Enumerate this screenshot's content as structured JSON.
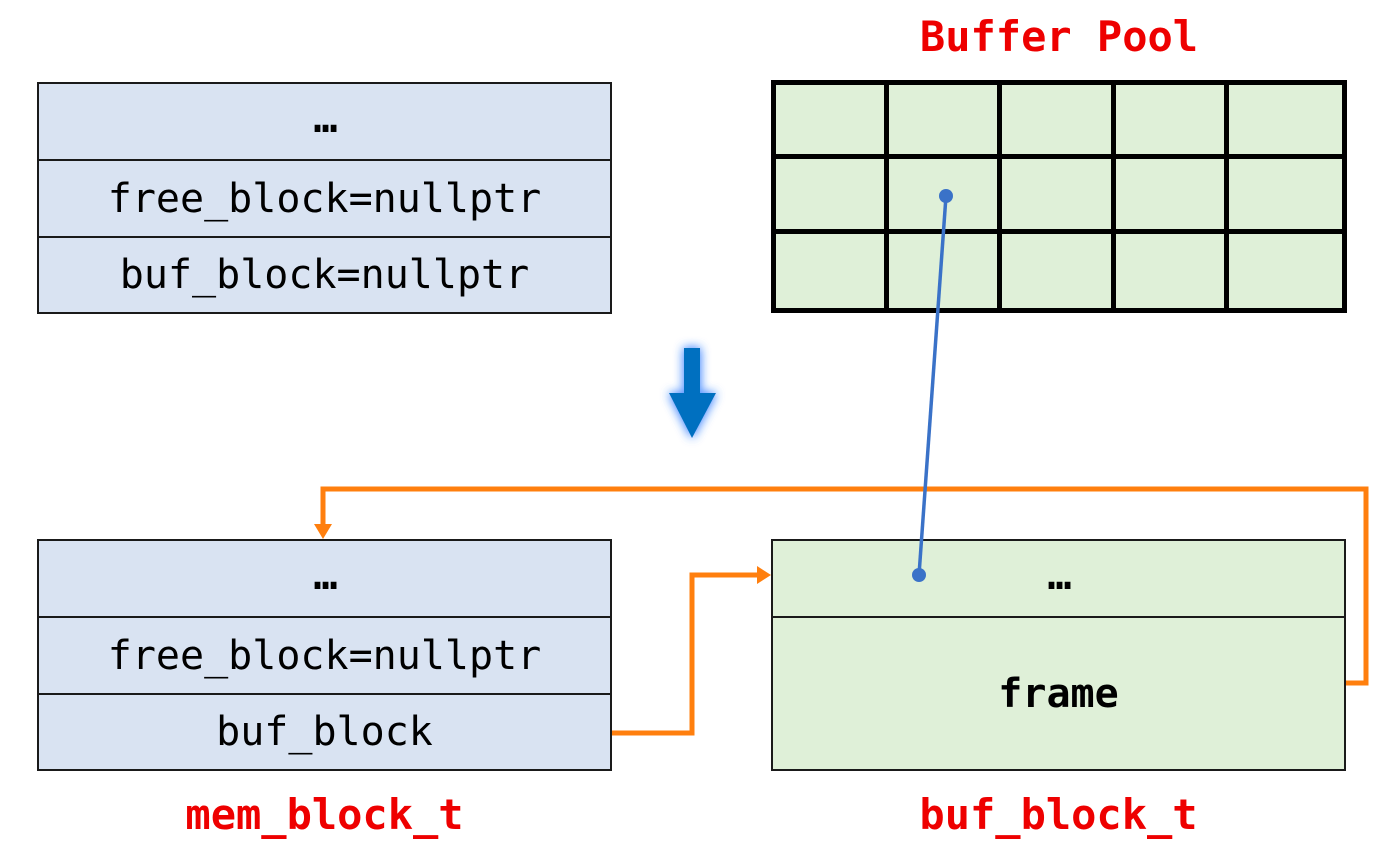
{
  "diagram": {
    "colors": {
      "label_red": "#ee0000",
      "struct_blue": "#d9e3f2",
      "struct_green": "#dff0d8",
      "pointer_orange": "#ff7f0e",
      "pointer_blue": "#3a72c8",
      "transition_arrow": "#0070c0"
    },
    "before_struct": {
      "fields": [
        "…",
        "free_block=nullptr",
        "buf_block=nullptr"
      ]
    },
    "buffer_pool": {
      "title": "Buffer Pool",
      "rows": 3,
      "cols": 5,
      "highlighted_cell": {
        "row": 2,
        "col": 2
      }
    },
    "transition_arrow": {
      "icon": "down-arrow-icon",
      "meaning": "state transition"
    },
    "mem_block": {
      "title": "mem_block_t",
      "fields": [
        "…",
        "free_block=nullptr",
        "buf_block"
      ]
    },
    "buf_block": {
      "title": "buf_block_t",
      "fields": [
        "…",
        "frame"
      ]
    },
    "edges": [
      {
        "from": "mem_block.buf_block",
        "to": "buf_block",
        "color": "orange"
      },
      {
        "from": "buf_block.frame",
        "to": "mem_block",
        "color": "orange"
      },
      {
        "from": "buf_block.header",
        "to": "buffer_pool.cell",
        "color": "blue"
      }
    ]
  }
}
